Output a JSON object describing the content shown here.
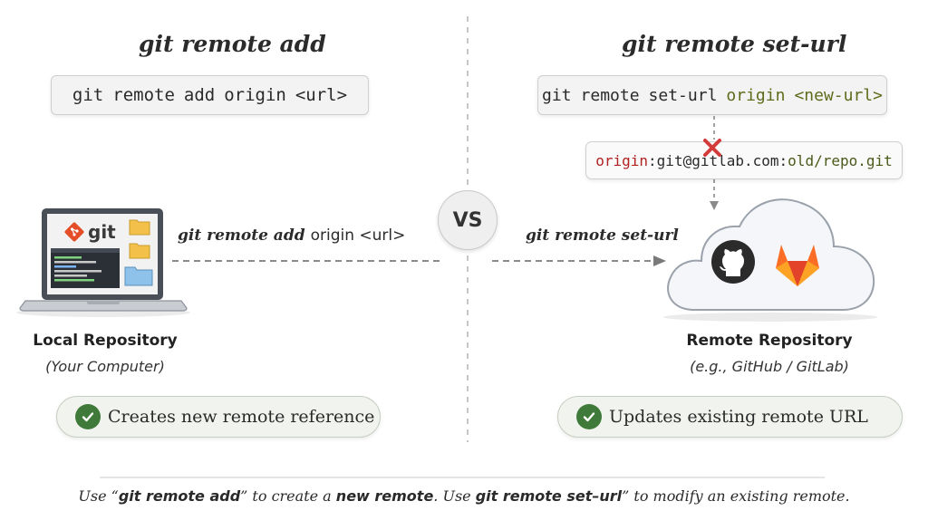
{
  "left": {
    "title": "git remote add",
    "command": {
      "cmd": "git",
      "sub": "remote",
      "action": "add",
      "name": "origin",
      "arg": "<url>"
    },
    "laptop_logo_text": "git",
    "arrow_label_bold": "git remote add",
    "arrow_label_plain": "origin <url>",
    "repo_title": "Local Repository",
    "repo_subtitle": "(Your Computer)",
    "result": "Creates new remote reference"
  },
  "vs_label": "VS",
  "right": {
    "title": "git remote set-url",
    "command": {
      "cmd": "git",
      "sub": "remote",
      "action": "set-url",
      "name": "origin",
      "arg": "<new-url>"
    },
    "old_url": {
      "remote": "origin",
      "sep": ":",
      "host": "git@gitlab.com",
      "sep2": ":",
      "path": "old/repo.git"
    },
    "arrow_label": "git remote set-url",
    "repo_title": "Remote Repository",
    "repo_subtitle": "(e.g., GitHub / GitLab)",
    "result": "Updates existing remote URL"
  },
  "footer": {
    "p1": "Use “",
    "b1": "git remote add",
    "p2": "” to create a ",
    "b2": "new remote",
    "p3": ". Use ",
    "b3": "git remote set–url",
    "p4": "” to modify an existing remote."
  },
  "colors": {
    "check_green": "#3f7a3a",
    "git_orange": "#e44d26",
    "gitlab_orange": "#e24329",
    "x_red": "#d33b3b",
    "origin_red": "#b22222"
  },
  "icons": [
    "git-logo-icon",
    "folder-icon",
    "terminal-icon",
    "laptop-icon",
    "cloud-icon",
    "github-icon",
    "gitlab-icon",
    "check-icon",
    "x-mark-icon",
    "arrow-icon"
  ]
}
